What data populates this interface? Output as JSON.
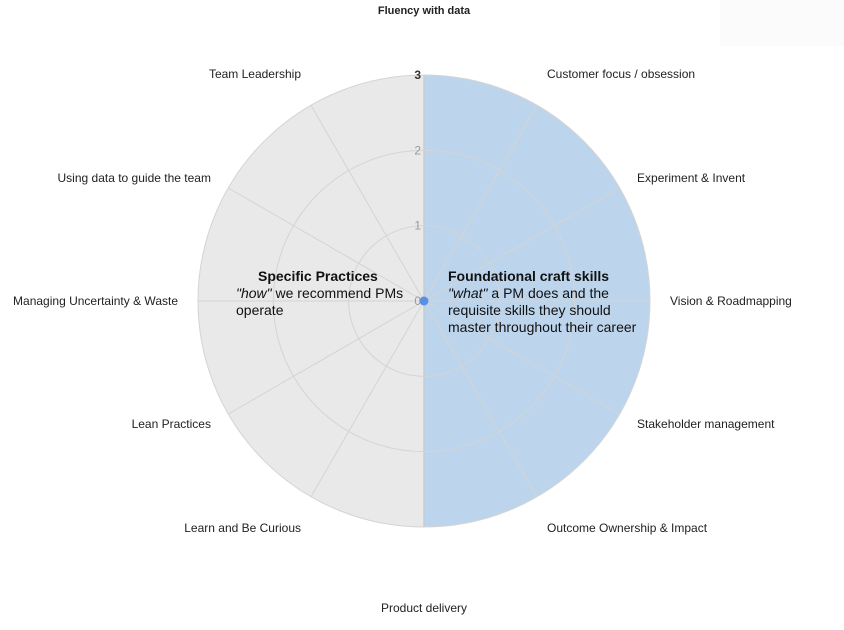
{
  "chart_data": {
    "type": "radar",
    "axis_labels": [
      "Fluency with data",
      "Customer focus / obsession",
      "Experiment & Invent",
      "Vision & Roadmapping",
      "Stakeholder management",
      "Outcome Ownership & Impact",
      "Product delivery",
      "Learn and Be Curious",
      "Lean Practices",
      "Managing Uncertainty & Waste",
      "Using data to guide the team",
      "Team Leadership"
    ],
    "rlim": [
      0,
      3
    ],
    "r_ticks": [
      "0",
      "1",
      "2",
      "3"
    ],
    "grid": true,
    "colors": {
      "right_half": "#bcd5ec",
      "left_half": "#e9e9e9",
      "gridline": "#d4d4d4",
      "center_point": "#5b8ee6"
    },
    "halves": [
      {
        "side": "right",
        "title": "Foundational craft skills",
        "emphasis": "\"what\"",
        "description": " a PM does and the requisite skills they should master throughout their career"
      },
      {
        "side": "left",
        "title": "Specific Practices",
        "emphasis": "\"how\"",
        "description": " we recommend PMs operate"
      }
    ]
  }
}
